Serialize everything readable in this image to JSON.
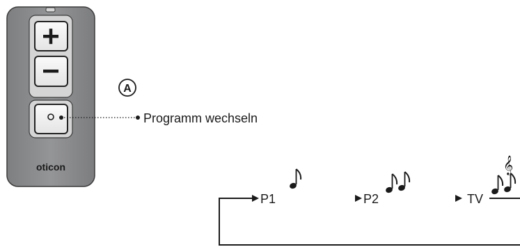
{
  "remote": {
    "brand": "oticon",
    "buttons": [
      {
        "name": "volume-up",
        "symbol": "+"
      },
      {
        "name": "volume-down",
        "symbol": "−"
      },
      {
        "name": "program-switch",
        "symbol": "◦"
      }
    ],
    "body_color": "#8a8b8d",
    "button_color": "#f2f2f2"
  },
  "callout": {
    "marker": "A",
    "label": "Programm wechseln"
  },
  "programs": [
    {
      "label": "P1",
      "icon": "single-note-icon"
    },
    {
      "label": "P2",
      "icon": "double-note-icon"
    },
    {
      "label": "TV",
      "icon": "treble-clef-notes-icon"
    }
  ],
  "colors": {
    "line": "#1a1a1a",
    "arrow_fade": "#c8c8c8"
  }
}
